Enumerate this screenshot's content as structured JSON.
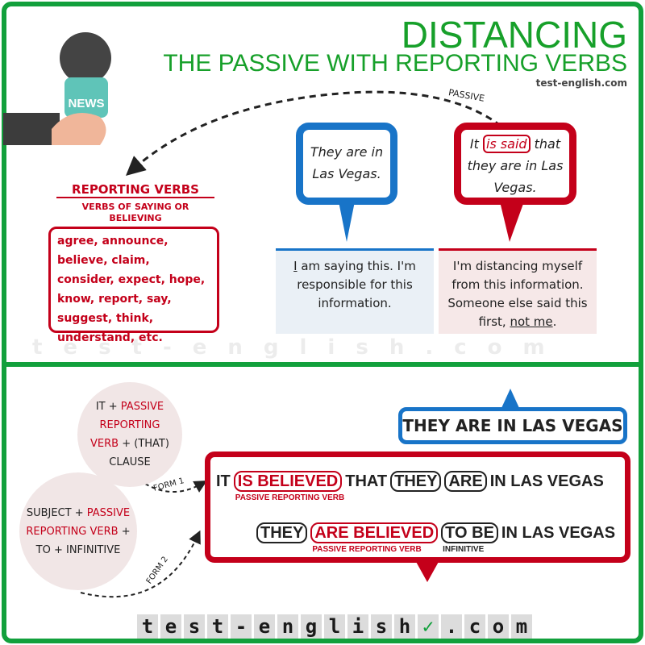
{
  "header": {
    "title": "DISTANCING",
    "subtitle": "THE PASSIVE WITH REPORTING VERBS",
    "site": "test-english.com"
  },
  "mic_label": "NEWS",
  "arrow_label": "PASSIVE",
  "reporting_verbs": {
    "title": "REPORTING VERBS",
    "subtitle": "VERBS OF SAYING OR BELIEVING",
    "list": "agree, announce, believe, claim, consider, expect, hope, know, report, say, suggest, think, understand, etc."
  },
  "bubbles": {
    "active": "They are in Las Vegas.",
    "passive_pre": "It",
    "passive_highlight": "is said",
    "passive_post": "that they are in Las Vegas."
  },
  "panels": {
    "active_i": "I",
    "active_text": " am saying this. I'm responsible for this information.",
    "passive_text": "I'm distancing myself from this information. Someone else said this first, ",
    "passive_underlined": "not me",
    "passive_end": "."
  },
  "forms": {
    "form1": {
      "it": "IT +",
      "passive": "PASSIVE REPORTING VERB",
      "rest": "+ (THAT) CLAUSE",
      "label": "FORM 1"
    },
    "form2": {
      "subject": "SUBJECT +",
      "passive": "PASSIVE REPORTING VERB",
      "rest": "+ TO + INFINITIVE",
      "label": "FORM 2"
    }
  },
  "example": {
    "sentence": "THEY ARE IN LAS VEGAS",
    "row1": {
      "it": "IT",
      "verb": "IS BELIEVED",
      "that": "THAT",
      "they": "THEY",
      "are": "ARE",
      "rest": "IN LAS VEGAS",
      "note": "PASSIVE REPORTING VERB"
    },
    "row2": {
      "they": "THEY",
      "verb": "ARE BELIEVED",
      "inf": "TO BE",
      "rest": "IN LAS VEGAS",
      "note": "PASSIVE REPORTING VERB",
      "inf_note": "INFINITIVE"
    }
  },
  "footer": {
    "site": "test-english.com",
    "letters": [
      "t",
      "e",
      "s",
      "t",
      "-",
      "e",
      "n",
      "g",
      "l",
      "i",
      "s",
      "h",
      "✓",
      ".",
      "c",
      "o",
      "m"
    ]
  },
  "colors": {
    "green": "#12a03c",
    "red": "#c4001a",
    "blue": "#1874c8"
  }
}
